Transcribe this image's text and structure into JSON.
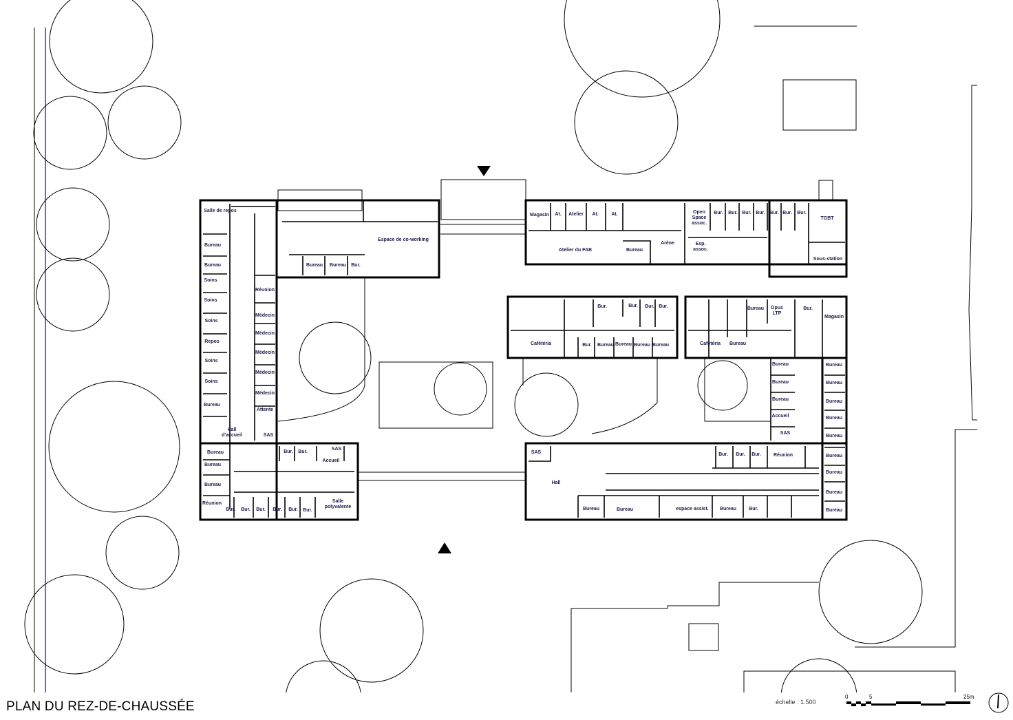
{
  "title": "PLAN DU REZ-DE-CHAUSSÉE",
  "scale": {
    "label": "échelle : 1.500",
    "ticks": [
      "0",
      "5",
      "25m"
    ]
  },
  "north_arrow": "north-arrow",
  "rooms": [
    "Salle de repos",
    "Bureau",
    "Bureau",
    "Soins",
    "Soins",
    "Soins",
    "Repos",
    "Soins",
    "Soins",
    "Bureau",
    "Réunion",
    "Médecin",
    "Médecin",
    "Médecin",
    "Médecin",
    "Médecin",
    "Attente",
    "Hall\nd'accueil",
    "SAS",
    "Espace de co-working",
    "Bureau",
    "Bureau",
    "Bur.",
    "Bureau",
    "Bureau",
    "Bureau",
    "Réunion",
    "Bur.",
    "Bur.",
    "Bur.",
    "Bur.",
    "Bur.",
    "Bur.",
    "Bur.",
    "Bur.",
    "SAS",
    "Accueil",
    "Salle\npolyvalente",
    "Magasin",
    "At.",
    "Atelier",
    "At.",
    "At.",
    "Atelier du FAB",
    "Bureau",
    "Arène",
    "Open\nSpace\nassoc.",
    "Esp.\nassoc.",
    "Bur.",
    "Bur.",
    "Bur.",
    "Bur.",
    "Bur.",
    "Bur.",
    "Bur.",
    "TGBT",
    "Sous-station",
    "Cafétéria",
    "Bur.",
    "Bur.",
    "Bur.",
    "Bur.",
    "Bur.",
    "Bureau",
    "Bureau",
    "Bureau",
    "Bureau",
    "Cafétéria",
    "Bureau",
    "Bureau",
    "Opus\nLTP",
    "Bur.",
    "Magasin",
    "Bureau",
    "Bureau",
    "Bureau",
    "Accueil",
    "SAS",
    "Réunion",
    "Bureau",
    "Bureau",
    "Bureau",
    "Bureau",
    "Bureau",
    "Bureau",
    "Bureau",
    "Bureau",
    "Bureau",
    "SAS",
    "Hall",
    "Bur.",
    "Bur.",
    "Bur.",
    "Bureau",
    "Bureau",
    "espace assist.",
    "Bureau",
    "Bur."
  ]
}
